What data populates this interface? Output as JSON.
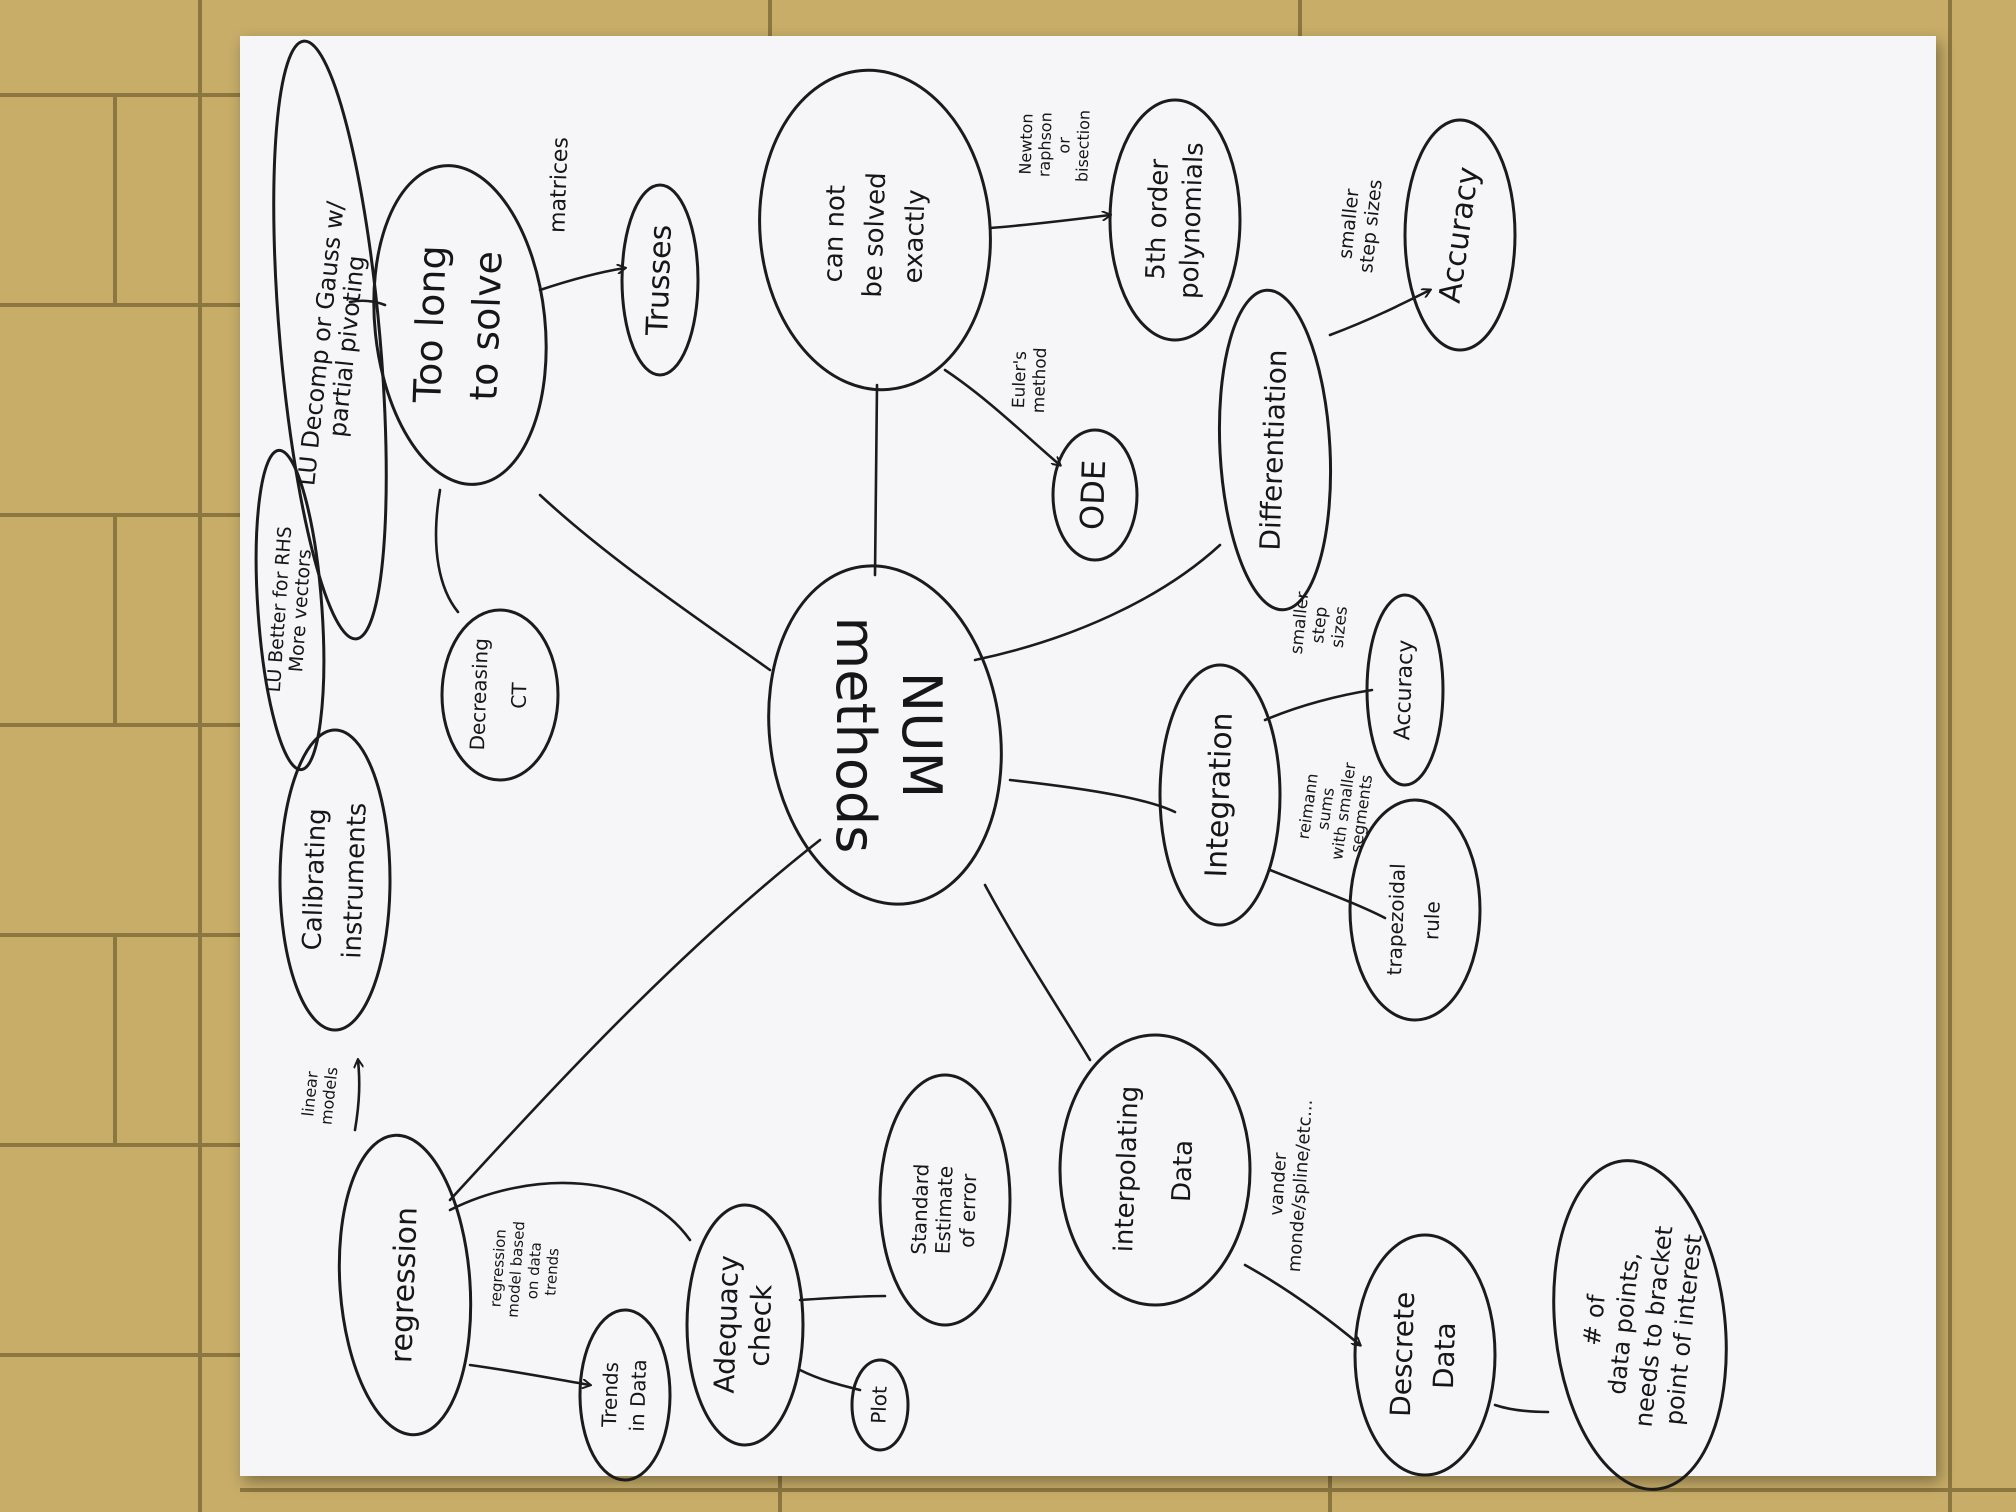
{
  "nodes": [
    {
      "id": "center",
      "lines": [
        "NUM",
        "methods"
      ]
    },
    {
      "id": "too-long",
      "lines": [
        "Too long",
        "to solve"
      ]
    },
    {
      "id": "trusses",
      "lines": [
        "Trusses"
      ]
    },
    {
      "id": "lu-decomp",
      "lines": [
        "LU Decomp or Gauss w/",
        "partial pivoting"
      ]
    },
    {
      "id": "lu-better",
      "lines": [
        "LU Better for RHS",
        "More vectors"
      ]
    },
    {
      "id": "decreasing-ct",
      "lines": [
        "Decreasing",
        "CT"
      ]
    },
    {
      "id": "cannot-solve",
      "lines": [
        "can not",
        "be solved",
        "exactly"
      ]
    },
    {
      "id": "fifth-order",
      "lines": [
        "5th order",
        "polynomials"
      ]
    },
    {
      "id": "ode",
      "lines": [
        "ODE"
      ]
    },
    {
      "id": "differentiation",
      "lines": [
        "Differentiation"
      ]
    },
    {
      "id": "accuracy-diff",
      "lines": [
        "Accuracy"
      ]
    },
    {
      "id": "integration",
      "lines": [
        "Integration"
      ]
    },
    {
      "id": "accuracy-int",
      "lines": [
        "Accuracy"
      ]
    },
    {
      "id": "trapezoidal",
      "lines": [
        "trapezoidal",
        "rule"
      ]
    },
    {
      "id": "calibrating",
      "lines": [
        "Calibrating",
        "instruments"
      ]
    },
    {
      "id": "regression",
      "lines": [
        "regression"
      ]
    },
    {
      "id": "trends",
      "lines": [
        "Trends",
        "in Data"
      ]
    },
    {
      "id": "adequacy",
      "lines": [
        "Adequacy",
        "check"
      ]
    },
    {
      "id": "plot",
      "lines": [
        "Plot"
      ]
    },
    {
      "id": "std-estimate",
      "lines": [
        "Standard",
        "Estimate",
        "of error"
      ]
    },
    {
      "id": "interpolating",
      "lines": [
        "interpolating",
        "Data"
      ]
    },
    {
      "id": "discrete",
      "lines": [
        "Descrete",
        "Data"
      ]
    },
    {
      "id": "num-points",
      "lines": [
        "# of",
        "data points,",
        "needs to bracket",
        "point of interest"
      ]
    }
  ],
  "edge_labels": [
    {
      "id": "matrices",
      "lines": [
        "matrices"
      ]
    },
    {
      "id": "newton",
      "lines": [
        "Newton",
        "raphson",
        "or",
        "bisection"
      ]
    },
    {
      "id": "euler",
      "lines": [
        "Euler's",
        "method"
      ]
    },
    {
      "id": "smaller-step-diff",
      "lines": [
        "smaller",
        "step sizes"
      ]
    },
    {
      "id": "smaller-step-int",
      "lines": [
        "smaller",
        "step",
        "sizes"
      ]
    },
    {
      "id": "reimann",
      "lines": [
        "reimann",
        "sums",
        "with smaller",
        "segments"
      ]
    },
    {
      "id": "linear-models",
      "lines": [
        "linear",
        "models"
      ]
    },
    {
      "id": "regression-model",
      "lines": [
        "regression",
        "model based",
        "on data",
        "trends"
      ]
    },
    {
      "id": "vandermonde",
      "lines": [
        "vander",
        "monde/spline/etc..."
      ]
    }
  ]
}
